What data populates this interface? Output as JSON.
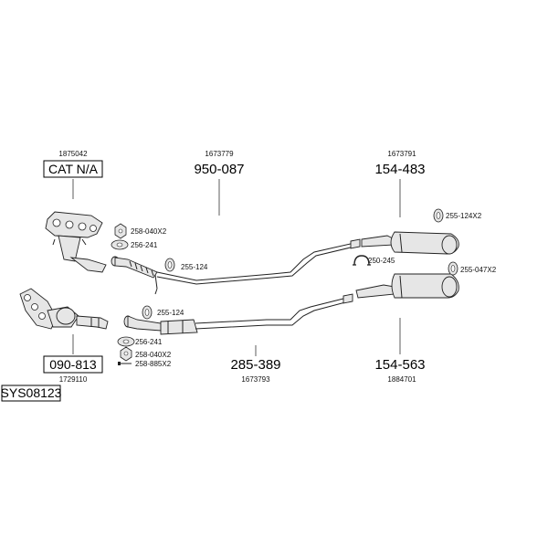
{
  "codes": {
    "cat_top": "1875042",
    "mid_top": "1673779",
    "rear_top": "1673791",
    "manifold": "1729110",
    "mid_bottom": "1673793",
    "rear_bottom": "1884701"
  },
  "labels": {
    "cat_na": "CAT N/A",
    "p950": "950-087",
    "p154a": "154-483",
    "p090": "090-813",
    "p285": "285-389",
    "p154b": "154-563",
    "sys": "SYS08123"
  },
  "parts": {
    "p258a": "258-040X2",
    "p256a": "256-241",
    "p255a": "255-124",
    "p255b": "255-124X2",
    "p250": "250-245",
    "p255c": "255-047X2",
    "p255d": "255-124",
    "p256b": "256-241",
    "p258b": "258-040X2",
    "p258c": "258-885X2"
  }
}
